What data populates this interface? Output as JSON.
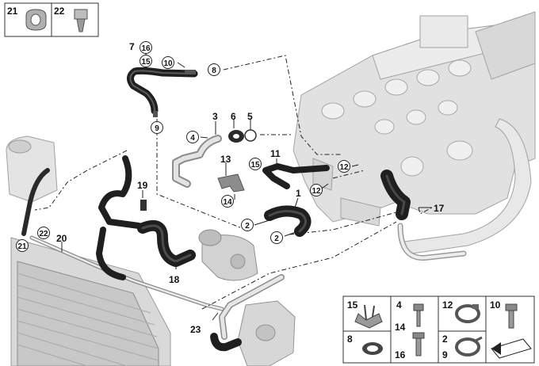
{
  "diagram": {
    "kind": "exploded parts diagram - engine cooling system hoses",
    "inset_top_left": {
      "items": [
        "21",
        "22"
      ]
    },
    "inset_bottom_right": {
      "items": [
        "15",
        "4",
        "14",
        "12",
        "10",
        "8",
        "16",
        "2",
        "9"
      ]
    },
    "plain_labels": {
      "l7": "7",
      "l3": "3",
      "l6": "6",
      "l5": "5",
      "l11": "11",
      "l13": "13",
      "l1": "1",
      "l19": "19",
      "l17": "17",
      "l20": "20",
      "l18": "18",
      "l23": "23"
    },
    "circle_labels": {
      "c16": "16",
      "c15a": "15",
      "c10": "10",
      "c8": "8",
      "c9": "9",
      "c4": "4",
      "c15b": "15",
      "c12a": "12",
      "c12b": "12",
      "c14": "14",
      "c2a": "2",
      "c2b": "2",
      "c21": "21",
      "c22": "22"
    },
    "colors": {
      "hose": "#1f1f1f",
      "hose_hi": "#555555",
      "engine": "#dcdcdc",
      "engine_edge": "#9a9a9a",
      "radiator": "#d6d6d6",
      "leader": "#222222"
    }
  }
}
